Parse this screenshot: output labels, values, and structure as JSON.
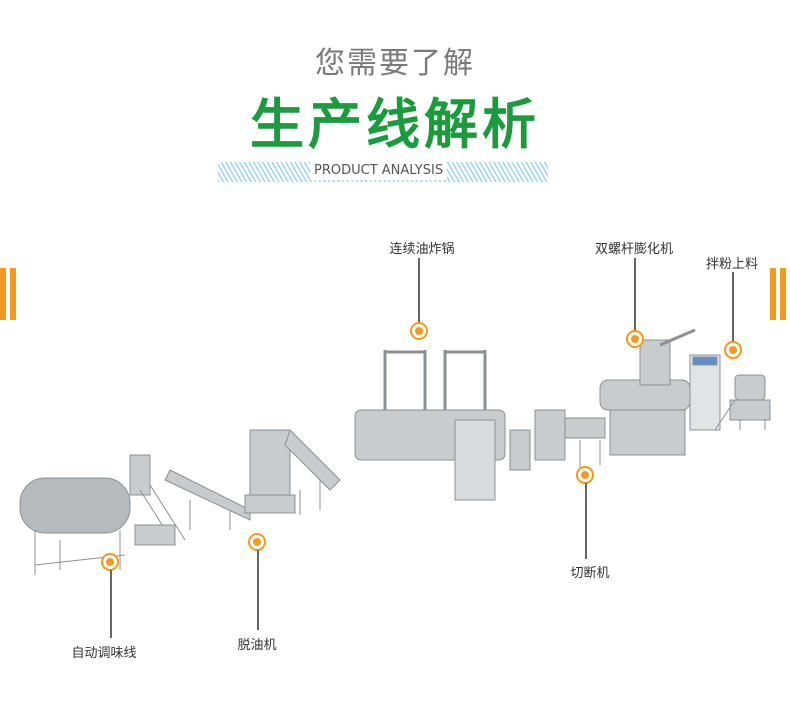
{
  "header": {
    "subtitle": "您需要了解",
    "title": "生产线解析",
    "english": "PRODUCT ANALYSIS"
  },
  "labels": {
    "fryer": "连续油炸锅",
    "extruder": "双螺杆膨化机",
    "mixer": "拌粉上料",
    "seasoning": "自动调味线",
    "deoiler": "脱油机",
    "cutter": "切断机"
  },
  "colors": {
    "accent": "#f39a1e",
    "title": "#1c9a3e"
  }
}
